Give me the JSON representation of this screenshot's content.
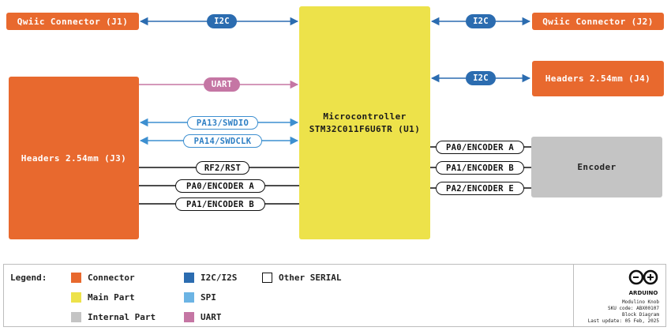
{
  "blocks": {
    "qwiic_j1": "Qwiic Connector (J1)",
    "qwiic_j2": "Qwiic Connector (J2)",
    "headers_j3": "Headers 2.54mm (J3)",
    "headers_j4": "Headers 2.54mm (J4)",
    "mcu_line1": "Microcontroller",
    "mcu_line2": "STM32C011F6U6TR (U1)",
    "encoder": "Encoder"
  },
  "links": {
    "i2c_j1": "I2C",
    "i2c_j2": "I2C",
    "i2c_j4": "I2C",
    "uart": "UART",
    "swdio": "PA13/SWDIO",
    "swdclk": "PA14/SWDCLK",
    "rst": "RF2/RST",
    "j3_enc_a": "PA0/ENCODER A",
    "j3_enc_b": "PA1/ENCODER B",
    "enc_a": "PA0/ENCODER A",
    "enc_b": "PA1/ENCODER B",
    "enc_e": "PA2/ENCODER E"
  },
  "legend": {
    "title": "Legend:",
    "connector": "Connector",
    "main_part": "Main Part",
    "internal_part": "Internal Part",
    "i2c_i2s": "I2C/I2S",
    "spi": "SPI",
    "uart": "UART",
    "other_serial": "Other SERIAL"
  },
  "brand": {
    "name": "ARDUINO",
    "product": "Modulino Knob",
    "sku": "SKU code: ABX00107",
    "doc_type": "Block Diagram",
    "last_update": "Last update: 05 Feb, 2025"
  },
  "colors": {
    "connector": "#E8692E",
    "main_part": "#EDE24A",
    "internal_part": "#C4C4C4",
    "i2c": "#2B6CB0",
    "spi": "#6CB4E4",
    "uart": "#C576A4",
    "serial": "#111111"
  },
  "icons": {
    "logo": "arduino-infinity-logo"
  }
}
